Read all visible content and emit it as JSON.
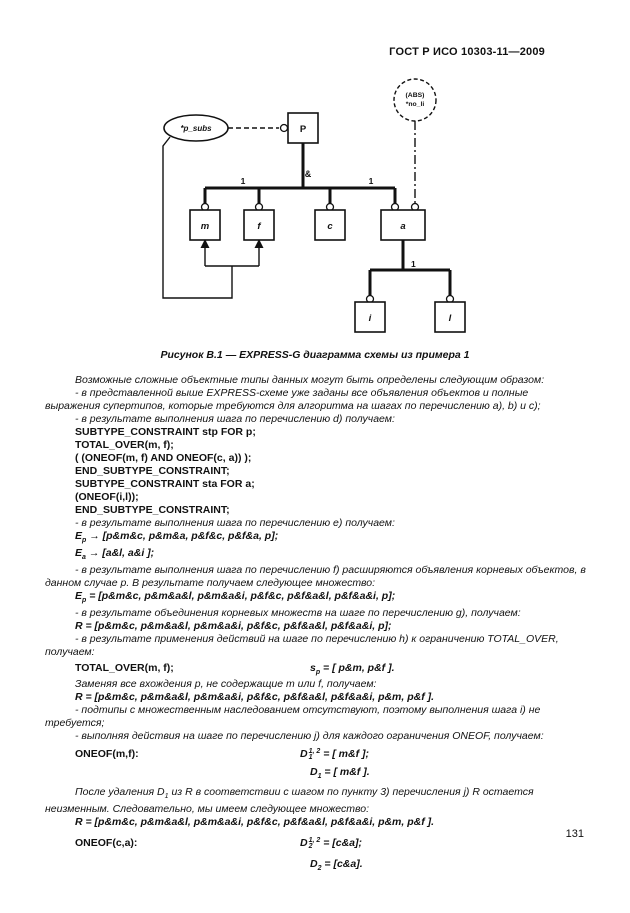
{
  "header": {
    "doc_code": "ГОСТ Р ИСО 10303-11—2009"
  },
  "figure": {
    "caption": "Рисунок В.1 — EXPRESS-G диаграмма схемы из примера 1",
    "labels": {
      "p_subs": "*p_subs",
      "p": "P",
      "abs1": "(ABS)",
      "abs2": "*no_li",
      "amp": "&",
      "one_left": "1",
      "one_right": "1",
      "one_a": "1",
      "m": "m",
      "f": "f",
      "c": "c",
      "a": "a",
      "i": "i",
      "l": "l"
    }
  },
  "body": {
    "p_intro": "Возможные сложные объектные типы данных могут быть определены следующим образом:",
    "p_abc": "- в представленной выше EXPRESS-схеме уже заданы все объявления объектов и полные выражения супертипов, которые требуются для алгоритма на шагах по перечислению a), b) и c);",
    "p_d": "- в результате выполнения шага по перечислению d) получаем:",
    "code": [
      "SUBTYPE_CONSTRAINT stp FOR p;",
      "TOTAL_OVER(m, f);",
      "( (ONEOF(m, f) AND ONEOF(c, a)) );",
      "END_SUBTYPE_CONSTRAINT;",
      "SUBTYPE_CONSTRAINT sta FOR a;",
      "(ONEOF(i,l));",
      "END_SUBTYPE_CONSTRAINT;"
    ],
    "p_e": "- в результате выполнения шага по перечислению e)  получаем:",
    "f_ep_arrow": {
      "base": "E",
      "sub": "p",
      "rest": " → [p&m&c, p&m&a, p&f&c, p&f&a, p];"
    },
    "f_ea_arrow": {
      "base": "E",
      "sub": "a",
      "rest": " → [a&l, a&i ];"
    },
    "p_f": "- в результате выполнения шага по перечислению f) расширяются объявления корневых объектов, в данном случае p. В результате получаем следующее множество:",
    "f_ep_eq": {
      "base": "E",
      "sub": "p",
      "rest": " = [p&m&c, p&m&a&l, p&m&a&i, p&f&c, p&f&a&l, p&f&a&i, p];"
    },
    "p_g": "- в результате объединения корневых множеств на шаге по перечислению g), получаем:",
    "f_r1": "R = [p&m&c, p&m&a&l, p&m&a&i, p&f&c, p&f&a&l, p&f&a&i, p];",
    "p_h": "- в результате применения действий на шаге по перечислению h) к ограничению TOTAL_OVER, получаем:",
    "pair_total": {
      "left": "TOTAL_OVER(m, f);",
      "right": {
        "base": "s",
        "sub": "p",
        "rest": " = [ p&m, p&f ]."
      }
    },
    "p_replace": "Заменяя все вхождения p, не содержащие m или f, получаем:",
    "f_r2": "R = [p&m&c, p&m&a&l, p&m&a&i, p&f&c, p&f&a&l, p&f&a&i, p&m, p&f ].",
    "p_i": "- подтипы с  множественным наследованием отсутствуют, поэтому выполнения шага i) не требуется;",
    "p_j": "- выполняя действия на шаге по перечислению j) для каждого ограничения ONEOF, получаем:",
    "pair_oneof_mf": {
      "left": "ONEOF(m,f):",
      "right": {
        "base": "D",
        "sub": "1",
        "sup": "1, 2",
        "rest": " = [ m&f ];"
      }
    },
    "f_d1": {
      "base": "D",
      "sub": "1",
      "rest": " = [ m&f ]."
    },
    "p_after": {
      "part1": "После удаления D",
      "sub": "1",
      "part2": " из R в соответствии с шагом по пункту 3) перечисления j) R остается неизменным. Следовательно, мы имеем следующее множество:"
    },
    "f_r3": "R = [p&m&c, p&m&a&l, p&m&a&i, p&f&c, p&f&a&l, p&f&a&i, p&m, p&f ].",
    "pair_oneof_ca": {
      "left": "ONEOF(c,a):",
      "right": {
        "base": "D",
        "sub": "2",
        "sup": "1, 2",
        "rest": " = [c&a];"
      }
    },
    "f_d2": {
      "base": "D",
      "sub": "2",
      "rest": " = [c&a]."
    }
  },
  "footer": {
    "page_number": "131"
  }
}
